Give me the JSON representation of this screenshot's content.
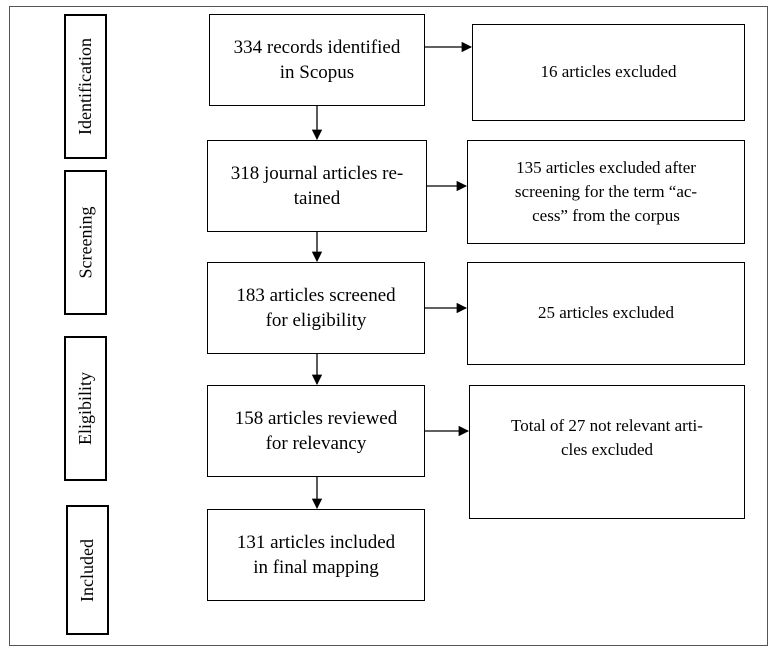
{
  "stages": {
    "identification": "Identification",
    "screening": "Screening",
    "eligibility": "Eligibility",
    "included": "Included"
  },
  "main_boxes": {
    "records_identified": [
      "334 records identified",
      "in Scopus"
    ],
    "journal_retained": [
      "318 journal articles re-",
      "tained"
    ],
    "screened_eligibility": [
      "183 articles screened",
      "for eligibility"
    ],
    "reviewed_relevancy": [
      "158 articles reviewed",
      "for relevancy"
    ],
    "included_final": [
      "131 articles included",
      "in final mapping"
    ]
  },
  "exclusion_boxes": {
    "excluded_16": [
      "16 articles excluded"
    ],
    "excluded_135": [
      "135 articles excluded after",
      "screening for the term “ac-",
      "cess” from the corpus"
    ],
    "excluded_25": [
      "25 articles excluded"
    ],
    "excluded_27": [
      "Total of 27 not relevant arti-",
      "cles excluded"
    ]
  }
}
